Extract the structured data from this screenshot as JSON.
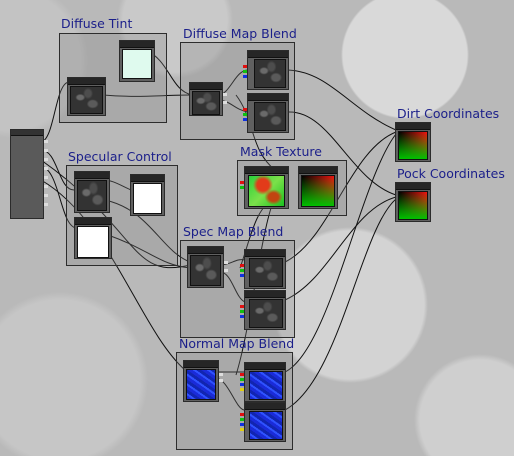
{
  "groups": {
    "diffuse_tint": "Diffuse Tint",
    "diffuse_map_blend": "Diffuse Map Blend",
    "specular_control": "Specular Control",
    "mask_texture": "Mask Texture",
    "spec_map_blend": "Spec Map Blend",
    "normal_map_blend": "Normal Map Blend",
    "dirt_coordinates": "Dirt Coordinates",
    "pock_coordinates": "Pock Coordinates"
  },
  "colors": {
    "group_title": "#1b1f8a",
    "tint_swatch": "#dffaee",
    "white_swatch": "#ffffff",
    "port_red": "#e01010",
    "port_green": "#10c010",
    "port_blue": "#1030e0",
    "port_yellow": "#e0d010",
    "wire": "#111111"
  },
  "icons": {
    "stone_texture": "stone-texture-thumb",
    "normal_texture": "normal-texture-thumb",
    "mask_texture": "mask-texture-thumb",
    "coordinate": "coordinate-gradient-thumb"
  }
}
